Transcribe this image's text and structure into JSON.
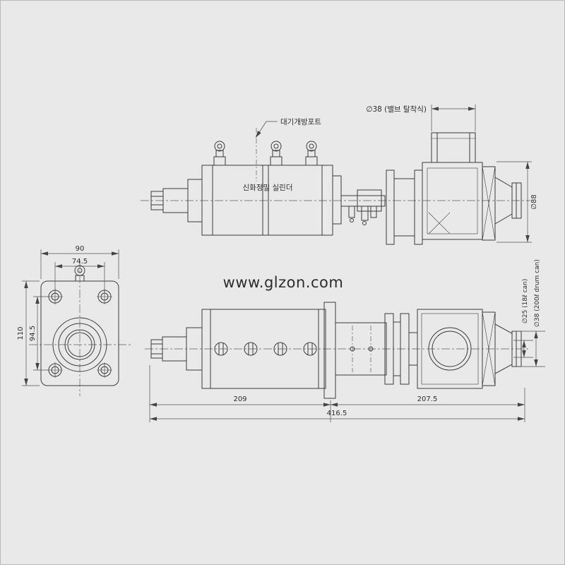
{
  "watermark": {
    "text": "www.glzon.com",
    "color": "#3c3ccc"
  },
  "annotations": {
    "air_port_label": "대기개방포트",
    "cylinder_name": "신화정밀 실린더",
    "valve_detach": "∅38 (밸브 탈착식)",
    "valve_dia": "∅88",
    "can_small": "∅25 (18ℓ can)",
    "can_large": "∅38 (200ℓ drum can)"
  },
  "front_view": {
    "dim_width_outer": "90",
    "dim_width_inner": "74.5",
    "dim_height_outer": "110",
    "dim_height_inner": "94.5"
  },
  "bottom_view": {
    "dim_left": "209",
    "dim_right": "207.5",
    "dim_total": "416.5"
  }
}
